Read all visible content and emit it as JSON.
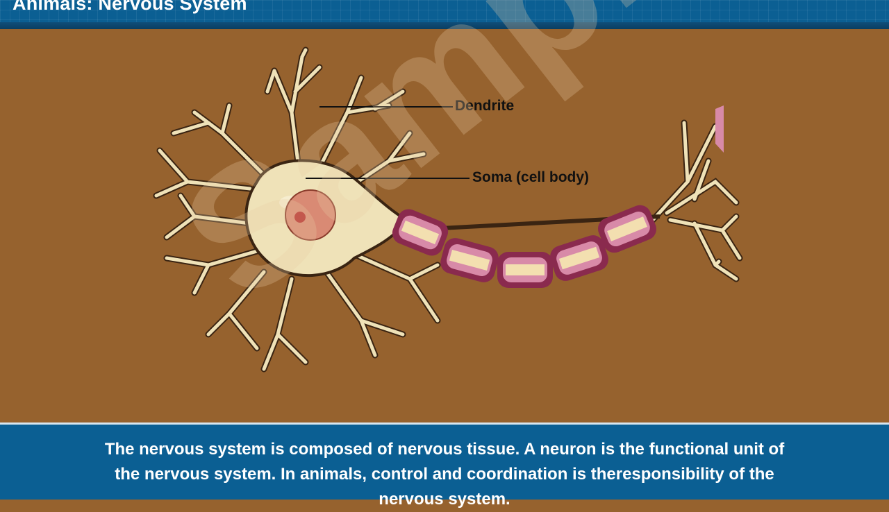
{
  "header": {
    "title": "Animals: Nervous System"
  },
  "diagram": {
    "labels": {
      "dendrite": "Dendrite",
      "soma": "Soma (cell body)"
    },
    "watermark": "Sample",
    "colors": {
      "background": "#96622e",
      "cell_body": "#efe2b8",
      "nucleus": "#d98a74",
      "myelin": "#8a2a4e",
      "myelin_inner": "#f3dfb0",
      "header": "#0b5f93"
    }
  },
  "caption": {
    "text": "The nervous system is composed of nervous tissue. A neuron is the functional unit of the nervous system. In animals, control and coordination is theresponsibility of the nervous system."
  }
}
